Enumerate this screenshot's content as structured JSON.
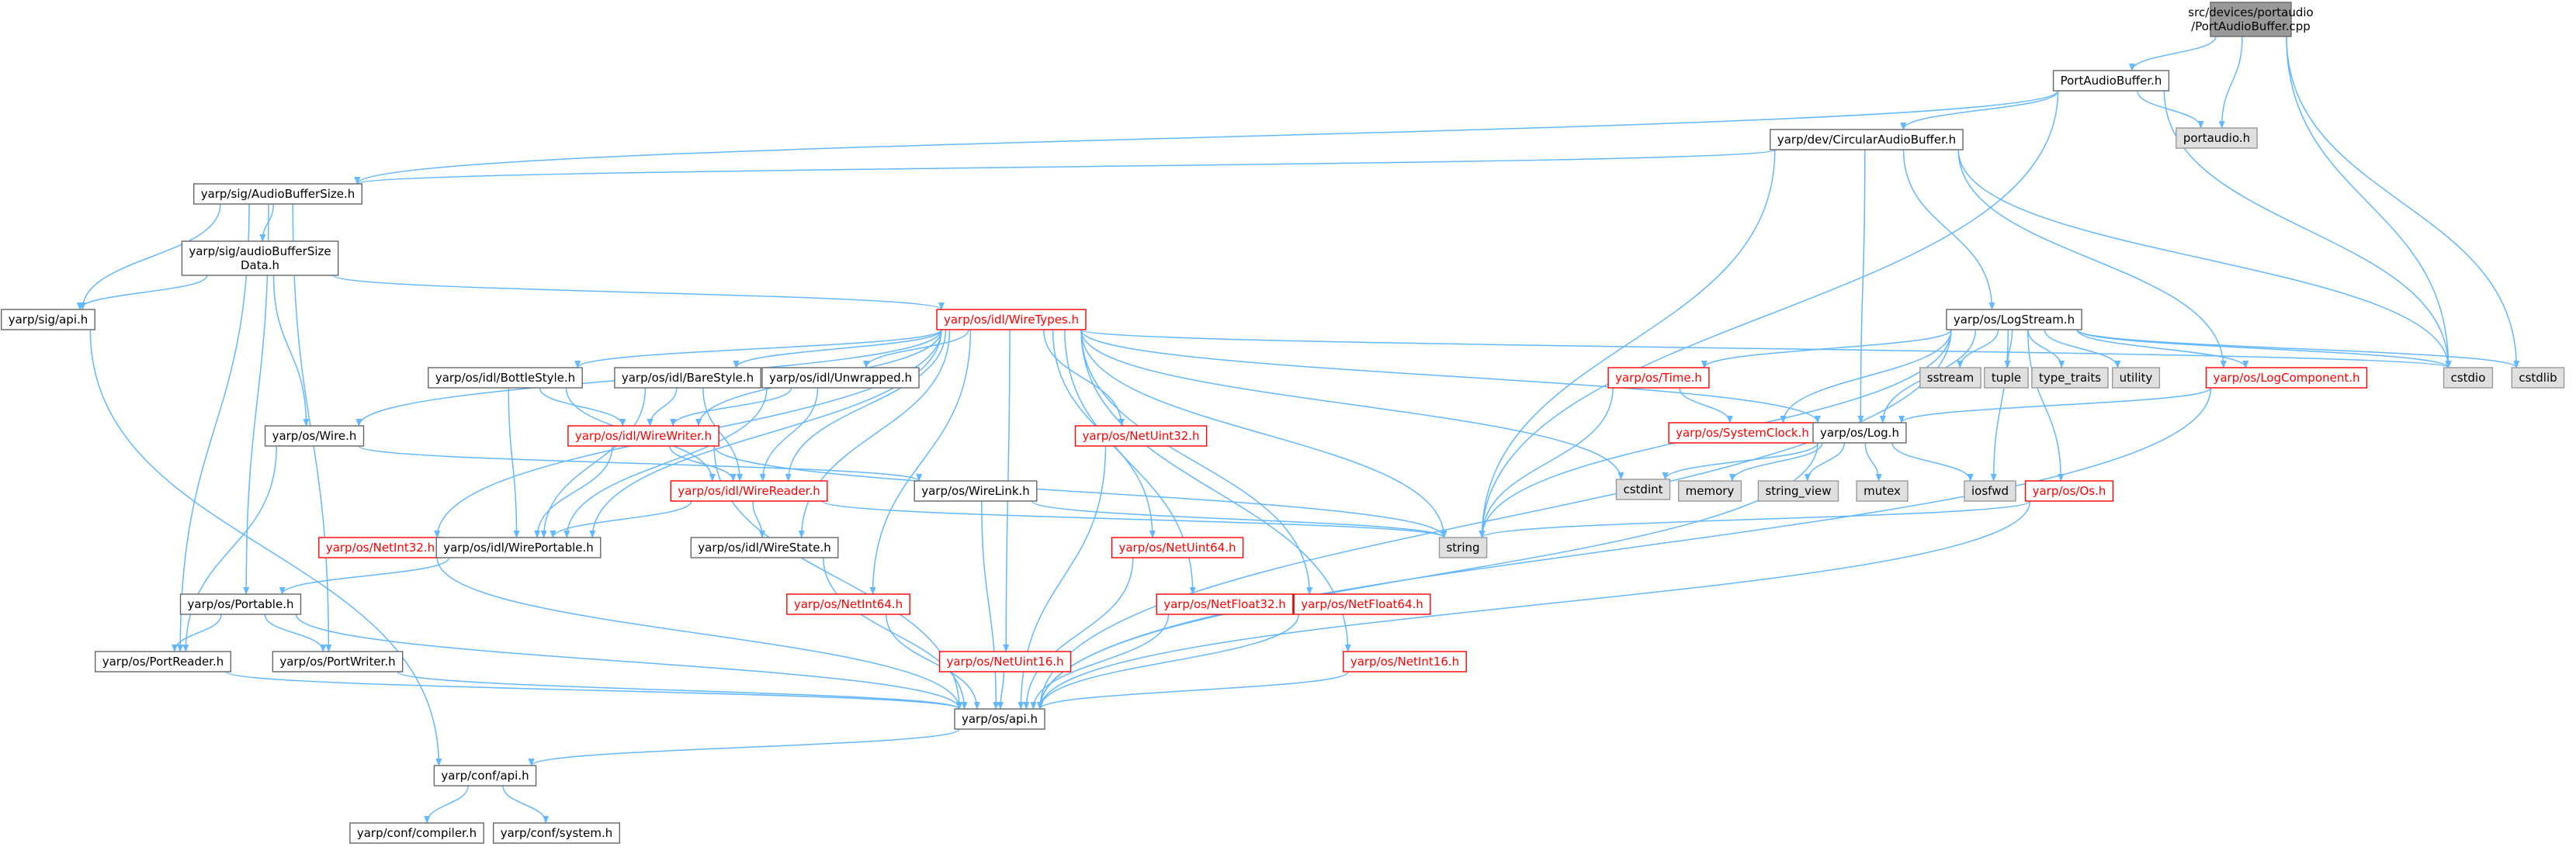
{
  "colors": {
    "edge": "#63b8ff",
    "root_fill": "#999999",
    "root_border": "#666666",
    "file_fill": "#ffffff",
    "file_border": "#666666",
    "file_text": "#000000",
    "missing_fill": "#e0e0e0",
    "missing_border": "#999999",
    "truncated_fill": "#ffffff",
    "truncated_border": "#ff0000",
    "truncated_text": "#ff0000"
  },
  "nodes": [
    {
      "id": "root",
      "lines": [
        "src/devices/portaudio",
        "/PortAudioBuffer.cpp"
      ],
      "style": "root"
    },
    {
      "id": "pab",
      "lines": [
        "PortAudioBuffer.h"
      ],
      "style": "file"
    },
    {
      "id": "portaudio",
      "lines": [
        "portaudio.h"
      ],
      "style": "missing"
    },
    {
      "id": "circ",
      "lines": [
        "yarp/dev/CircularAudioBuffer.h"
      ],
      "style": "file"
    },
    {
      "id": "absize",
      "lines": [
        "yarp/sig/AudioBufferSize.h"
      ],
      "style": "file"
    },
    {
      "id": "absdata",
      "lines": [
        "yarp/sig/audioBufferSize",
        "Data.h"
      ],
      "style": "file"
    },
    {
      "id": "sigapi",
      "lines": [
        "yarp/sig/api.h"
      ],
      "style": "file"
    },
    {
      "id": "wiretypes",
      "lines": [
        "yarp/os/idl/WireTypes.h"
      ],
      "style": "trunc"
    },
    {
      "id": "logstream",
      "lines": [
        "yarp/os/LogStream.h"
      ],
      "style": "file"
    },
    {
      "id": "sstream",
      "lines": [
        "sstream"
      ],
      "style": "missing"
    },
    {
      "id": "tuple",
      "lines": [
        "tuple"
      ],
      "style": "missing"
    },
    {
      "id": "type_traits",
      "lines": [
        "type_traits"
      ],
      "style": "missing"
    },
    {
      "id": "utility",
      "lines": [
        "utility"
      ],
      "style": "missing"
    },
    {
      "id": "logcomp",
      "lines": [
        "yarp/os/LogComponent.h"
      ],
      "style": "trunc"
    },
    {
      "id": "cstdio",
      "lines": [
        "cstdio"
      ],
      "style": "missing"
    },
    {
      "id": "cstdlib",
      "lines": [
        "cstdlib"
      ],
      "style": "missing"
    },
    {
      "id": "time",
      "lines": [
        "yarp/os/Time.h"
      ],
      "style": "trunc"
    },
    {
      "id": "sysclock",
      "lines": [
        "yarp/os/SystemClock.h"
      ],
      "style": "trunc"
    },
    {
      "id": "log",
      "lines": [
        "yarp/os/Log.h"
      ],
      "style": "file"
    },
    {
      "id": "cstdint",
      "lines": [
        "cstdint"
      ],
      "style": "missing"
    },
    {
      "id": "memory",
      "lines": [
        "memory"
      ],
      "style": "missing"
    },
    {
      "id": "string_view",
      "lines": [
        "string_view"
      ],
      "style": "missing"
    },
    {
      "id": "mutex",
      "lines": [
        "mutex"
      ],
      "style": "missing"
    },
    {
      "id": "iosfwd",
      "lines": [
        "iosfwd"
      ],
      "style": "missing"
    },
    {
      "id": "os",
      "lines": [
        "yarp/os/Os.h"
      ],
      "style": "trunc"
    },
    {
      "id": "string",
      "lines": [
        "string"
      ],
      "style": "missing"
    },
    {
      "id": "bottlestyle",
      "lines": [
        "yarp/os/idl/BottleStyle.h"
      ],
      "style": "file"
    },
    {
      "id": "barestyle",
      "lines": [
        "yarp/os/idl/BareStyle.h"
      ],
      "style": "file"
    },
    {
      "id": "unwrapped",
      "lines": [
        "yarp/os/idl/Unwrapped.h"
      ],
      "style": "file"
    },
    {
      "id": "wire",
      "lines": [
        "yarp/os/Wire.h"
      ],
      "style": "file"
    },
    {
      "id": "wirewriter",
      "lines": [
        "yarp/os/idl/WireWriter.h"
      ],
      "style": "trunc"
    },
    {
      "id": "wirereader",
      "lines": [
        "yarp/os/idl/WireReader.h"
      ],
      "style": "trunc"
    },
    {
      "id": "wirelink",
      "lines": [
        "yarp/os/WireLink.h"
      ],
      "style": "file"
    },
    {
      "id": "netuint32",
      "lines": [
        "yarp/os/NetUint32.h"
      ],
      "style": "trunc"
    },
    {
      "id": "netint32",
      "lines": [
        "yarp/os/NetInt32.h"
      ],
      "style": "trunc"
    },
    {
      "id": "wireportable",
      "lines": [
        "yarp/os/idl/WirePortable.h"
      ],
      "style": "file"
    },
    {
      "id": "wirestate",
      "lines": [
        "yarp/os/idl/WireState.h"
      ],
      "style": "file"
    },
    {
      "id": "netuint64",
      "lines": [
        "yarp/os/NetUint64.h"
      ],
      "style": "trunc"
    },
    {
      "id": "netint64",
      "lines": [
        "yarp/os/NetInt64.h"
      ],
      "style": "trunc"
    },
    {
      "id": "netfloat32",
      "lines": [
        "yarp/os/NetFloat32.h"
      ],
      "style": "trunc"
    },
    {
      "id": "netfloat64",
      "lines": [
        "yarp/os/NetFloat64.h"
      ],
      "style": "trunc"
    },
    {
      "id": "netuint16",
      "lines": [
        "yarp/os/NetUint16.h"
      ],
      "style": "trunc"
    },
    {
      "id": "netint16",
      "lines": [
        "yarp/os/NetInt16.h"
      ],
      "style": "trunc"
    },
    {
      "id": "portable",
      "lines": [
        "yarp/os/Portable.h"
      ],
      "style": "file"
    },
    {
      "id": "portreader",
      "lines": [
        "yarp/os/PortReader.h"
      ],
      "style": "file"
    },
    {
      "id": "portwriter",
      "lines": [
        "yarp/os/PortWriter.h"
      ],
      "style": "file"
    },
    {
      "id": "osapi",
      "lines": [
        "yarp/os/api.h"
      ],
      "style": "file"
    },
    {
      "id": "confapi",
      "lines": [
        "yarp/conf/api.h"
      ],
      "style": "file"
    },
    {
      "id": "compiler",
      "lines": [
        "yarp/conf/compiler.h"
      ],
      "style": "file"
    },
    {
      "id": "system",
      "lines": [
        "yarp/conf/system.h"
      ],
      "style": "file"
    }
  ],
  "edges": [
    [
      "root",
      "pab"
    ],
    [
      "root",
      "portaudio"
    ],
    [
      "root",
      "cstdio"
    ],
    [
      "root",
      "cstdlib"
    ],
    [
      "pab",
      "portaudio"
    ],
    [
      "pab",
      "circ"
    ],
    [
      "pab",
      "absize"
    ],
    [
      "pab",
      "string"
    ],
    [
      "pab",
      "cstdio"
    ],
    [
      "circ",
      "absize"
    ],
    [
      "circ",
      "logstream"
    ],
    [
      "circ",
      "log"
    ],
    [
      "circ",
      "string"
    ],
    [
      "circ",
      "cstdio"
    ],
    [
      "circ",
      "logcomp"
    ],
    [
      "absize",
      "absdata"
    ],
    [
      "absize",
      "sigapi"
    ],
    [
      "absize",
      "portable"
    ],
    [
      "absize",
      "portreader"
    ],
    [
      "absize",
      "portwriter"
    ],
    [
      "absdata",
      "sigapi"
    ],
    [
      "absdata",
      "wiretypes"
    ],
    [
      "absdata",
      "wire"
    ],
    [
      "sigapi",
      "confapi"
    ],
    [
      "wiretypes",
      "bottlestyle"
    ],
    [
      "wiretypes",
      "barestyle"
    ],
    [
      "wiretypes",
      "unwrapped"
    ],
    [
      "wiretypes",
      "wire"
    ],
    [
      "wiretypes",
      "wirewriter"
    ],
    [
      "wiretypes",
      "wirereader"
    ],
    [
      "wiretypes",
      "wireportable"
    ],
    [
      "wiretypes",
      "wirestate"
    ],
    [
      "wiretypes",
      "netint32"
    ],
    [
      "wiretypes",
      "netuint32"
    ],
    [
      "wiretypes",
      "netint64"
    ],
    [
      "wiretypes",
      "netuint64"
    ],
    [
      "wiretypes",
      "netuint16"
    ],
    [
      "wiretypes",
      "netfloat32"
    ],
    [
      "wiretypes",
      "netfloat64"
    ],
    [
      "wiretypes",
      "netint16"
    ],
    [
      "wiretypes",
      "string"
    ],
    [
      "wiretypes",
      "cstdint"
    ],
    [
      "wiretypes",
      "log"
    ],
    [
      "wiretypes",
      "cstdio"
    ],
    [
      "logstream",
      "sstream"
    ],
    [
      "logstream",
      "tuple"
    ],
    [
      "logstream",
      "type_traits"
    ],
    [
      "logstream",
      "utility"
    ],
    [
      "logstream",
      "logcomp"
    ],
    [
      "logstream",
      "cstdio"
    ],
    [
      "logstream",
      "cstdlib"
    ],
    [
      "logstream",
      "time"
    ],
    [
      "logstream",
      "sysclock"
    ],
    [
      "logstream",
      "log"
    ],
    [
      "logstream",
      "string"
    ],
    [
      "logstream",
      "os"
    ],
    [
      "logstream",
      "iosfwd"
    ],
    [
      "logstream",
      "osapi"
    ],
    [
      "time",
      "sysclock"
    ],
    [
      "time",
      "string"
    ],
    [
      "logcomp",
      "log"
    ],
    [
      "logcomp",
      "osapi"
    ],
    [
      "log",
      "cstdint"
    ],
    [
      "log",
      "memory"
    ],
    [
      "log",
      "string_view"
    ],
    [
      "log",
      "mutex"
    ],
    [
      "log",
      "iosfwd"
    ],
    [
      "log",
      "osapi"
    ],
    [
      "os",
      "string"
    ],
    [
      "os",
      "osapi"
    ],
    [
      "bottlestyle",
      "wirewriter"
    ],
    [
      "bottlestyle",
      "wirereader"
    ],
    [
      "bottlestyle",
      "wireportable"
    ],
    [
      "barestyle",
      "wirewriter"
    ],
    [
      "barestyle",
      "wirereader"
    ],
    [
      "barestyle",
      "wireportable"
    ],
    [
      "unwrapped",
      "wirewriter"
    ],
    [
      "unwrapped",
      "wirereader"
    ],
    [
      "unwrapped",
      "wireportable"
    ],
    [
      "wire",
      "wirelink"
    ],
    [
      "wire",
      "portreader"
    ],
    [
      "wirewriter",
      "wirereader"
    ],
    [
      "wirewriter",
      "wireportable"
    ],
    [
      "wirewriter",
      "string"
    ],
    [
      "wirewriter",
      "osapi"
    ],
    [
      "wirereader",
      "wireportable"
    ],
    [
      "wirereader",
      "wirestate"
    ],
    [
      "wirereader",
      "string"
    ],
    [
      "wirelink",
      "string"
    ],
    [
      "wirelink",
      "osapi"
    ],
    [
      "wireportable",
      "portable"
    ],
    [
      "wirestate",
      "osapi"
    ],
    [
      "netint32",
      "osapi"
    ],
    [
      "netuint32",
      "osapi"
    ],
    [
      "netint64",
      "osapi"
    ],
    [
      "netuint64",
      "osapi"
    ],
    [
      "netuint16",
      "osapi"
    ],
    [
      "netfloat32",
      "osapi"
    ],
    [
      "netfloat64",
      "osapi"
    ],
    [
      "netint16",
      "osapi"
    ],
    [
      "portable",
      "portreader"
    ],
    [
      "portable",
      "portwriter"
    ],
    [
      "portable",
      "osapi"
    ],
    [
      "portreader",
      "osapi"
    ],
    [
      "portwriter",
      "osapi"
    ],
    [
      "osapi",
      "confapi"
    ],
    [
      "confapi",
      "compiler"
    ],
    [
      "confapi",
      "system"
    ]
  ]
}
